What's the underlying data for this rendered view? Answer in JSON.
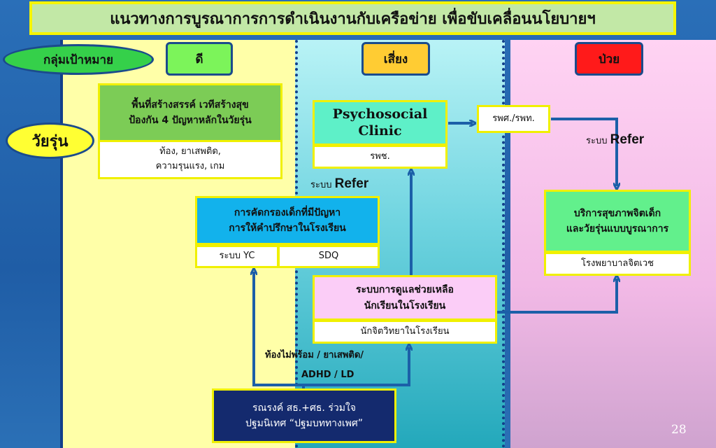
{
  "title": "แนวทางการบูรณาการการดำเนินงานกับเครือข่าย เพื่อขับเคลื่อนนโยบายฯ",
  "target_group": "กลุ่มเป้าหมาย",
  "teen_group": "วัยรุ่น",
  "columns": {
    "good": "ดี",
    "risk": "เสี่ยง",
    "sick": "ป่วย"
  },
  "creative": {
    "line1": "พื้นที่สร้างสรรค์ เวทีสร้างสุข",
    "line2": "ป้องกัน 4 ปัญหาหลักในวัยรุ่น",
    "sub_line1": "ท้อง, ยาเสพติด,",
    "sub_line2": "ความรุนแรง, เกม"
  },
  "screening": {
    "line1": "การคัดกรองเด็กที่มีปัญหา",
    "line2": "การให้คำปรึกษาในโรงเรียน",
    "yc": "ระบบ YC",
    "sdq": "SDQ"
  },
  "psychosocial": {
    "line1": "Psychosocial",
    "line2": "Clinic",
    "sub": "รพช."
  },
  "hospital_general": "รพศ./รพท.",
  "mental_health": {
    "line1": "บริการสุขภาพจิตเด็ก",
    "line2": "และวัยรุ่นแบบบูรณาการ",
    "sub": "โรงพยาบาลจิตเวช"
  },
  "school_care": {
    "line1": "ระบบการดูแลช่วยเหลือ",
    "line2": "นักเรียนในโรงเรียน",
    "sub": "นักจิตวิทยาในโรงเรียน"
  },
  "refer_left": {
    "prefix": "ระบบ",
    "word": "Refer"
  },
  "refer_right": {
    "prefix": "ระบบ",
    "word": "Refer"
  },
  "problems": {
    "line1": "ท้องไม่พร้อม  / ยาเสพติด/",
    "line2": "ADHD  /  LD"
  },
  "campaign": {
    "line1": "รณรงค์ สธ.+ศธ. ร่วมใจ",
    "line2": "ปฐมนิเทศ “ปฐมบททางเพศ”"
  },
  "page_number": "28",
  "colors": {
    "background": "#2a6fb8",
    "arrow": "#1b5fa8",
    "good_column": "#ffffa8",
    "sick_badge": "#ff1a1a",
    "risk_badge": "#ffcc33",
    "good_badge": "#7cf45a"
  }
}
